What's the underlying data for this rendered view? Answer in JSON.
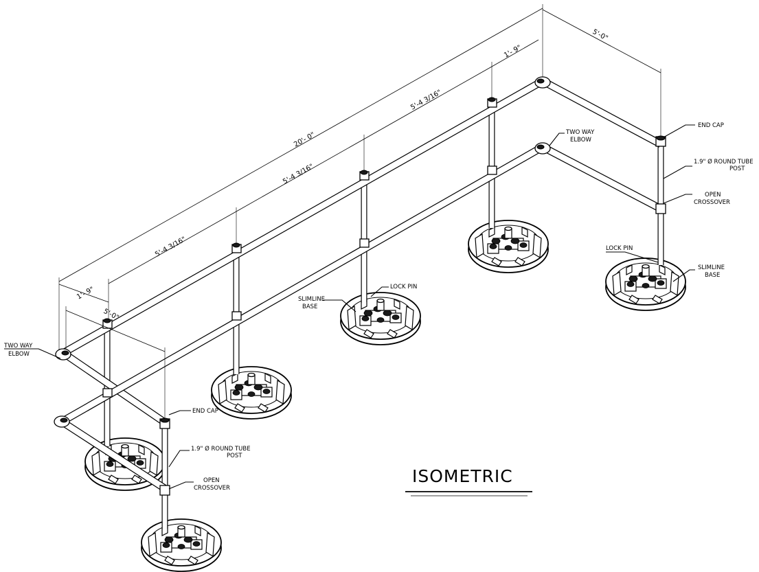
{
  "title": "ISOMETRIC",
  "dimensions": {
    "overall_length": "20'- 0\"",
    "end_offset_top": "1'- 9\"",
    "end_offset_left": "1'- 9\"",
    "return_width_top": "5'-0\"",
    "return_width_left": "5'-0\"",
    "bay_1": "5'-4 3/16\"",
    "bay_2": "5'-4 3/16\"",
    "bay_3": "5'-4 3/16\""
  },
  "labels": {
    "end_cap_right": "END CAP",
    "round_tube_post_right_1": "1.9\" Ø ROUND TUBE",
    "round_tube_post_right_2": "POST",
    "open_crossover_right_1": "OPEN",
    "open_crossover_right_2": "CROSSOVER",
    "lock_pin_right": "LOCK PIN",
    "slimline_base_right_1": "SLIMLINE",
    "slimline_base_right_2": "BASE",
    "two_way_elbow_top_1": "TWO WAY",
    "two_way_elbow_top_2": "ELBOW",
    "lock_pin_mid": "LOCK PIN",
    "slimline_base_mid_1": "SLIMLINE",
    "slimline_base_mid_2": "BASE",
    "two_way_elbow_left_1": "TWO WAY",
    "two_way_elbow_left_2": "ELBOW",
    "end_cap_left": "END CAP",
    "round_tube_post_left_1": "1.9\" Ø ROUND TUBE",
    "round_tube_post_left_2": "POST",
    "open_crossover_left_1": "OPEN",
    "open_crossover_left_2": "CROSSOVER"
  }
}
